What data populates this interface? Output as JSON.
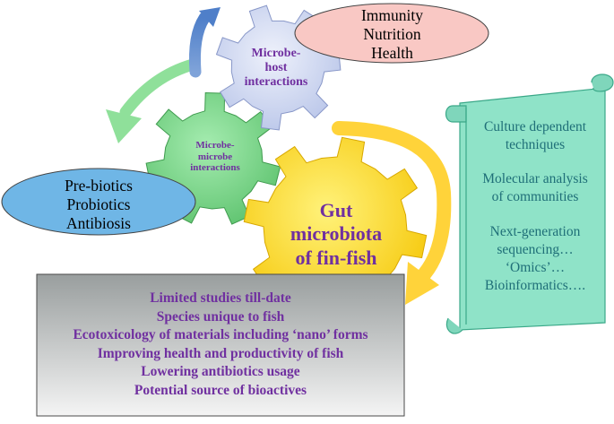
{
  "ovals": {
    "top": {
      "lines": [
        "Immunity",
        "Nutrition",
        "Health"
      ]
    },
    "left": {
      "lines": [
        "Pre-biotics",
        "Probiotics",
        "Antibiosis"
      ]
    }
  },
  "gears": {
    "host": {
      "lines": [
        "Microbe-",
        "host",
        "interactions"
      ]
    },
    "microbe": {
      "lines": [
        "Microbe-",
        "microbe",
        "interactions"
      ]
    },
    "gut": {
      "lines": [
        "Gut",
        "microbiota",
        "of fin-fish"
      ]
    }
  },
  "scroll": {
    "items": [
      "Culture dependent",
      "techniques",
      "Molecular analysis",
      "of communities",
      "Next-generation",
      "sequencing…",
      "‘Omics’…",
      "Bioinformatics…."
    ]
  },
  "box": {
    "items": [
      "Limited studies till-date",
      "Species unique to fish",
      "Ecotoxicology of materials including ‘nano’ forms",
      "Improving health and productivity of fish",
      "Lowering antibiotics usage",
      "Potential source of bioactives"
    ]
  },
  "colors": {
    "gear_host": "#c9d3ee",
    "gear_microbe": "#7dd48b",
    "gear_gut": "#ffd82a",
    "oval_top": "#f7c6c3",
    "oval_left": "#6fb6e6",
    "scroll": "#8fe3c8",
    "box_top": "#9ba0a0",
    "box_bottom": "#f2f2f2",
    "text_purple": "#7030a0"
  }
}
